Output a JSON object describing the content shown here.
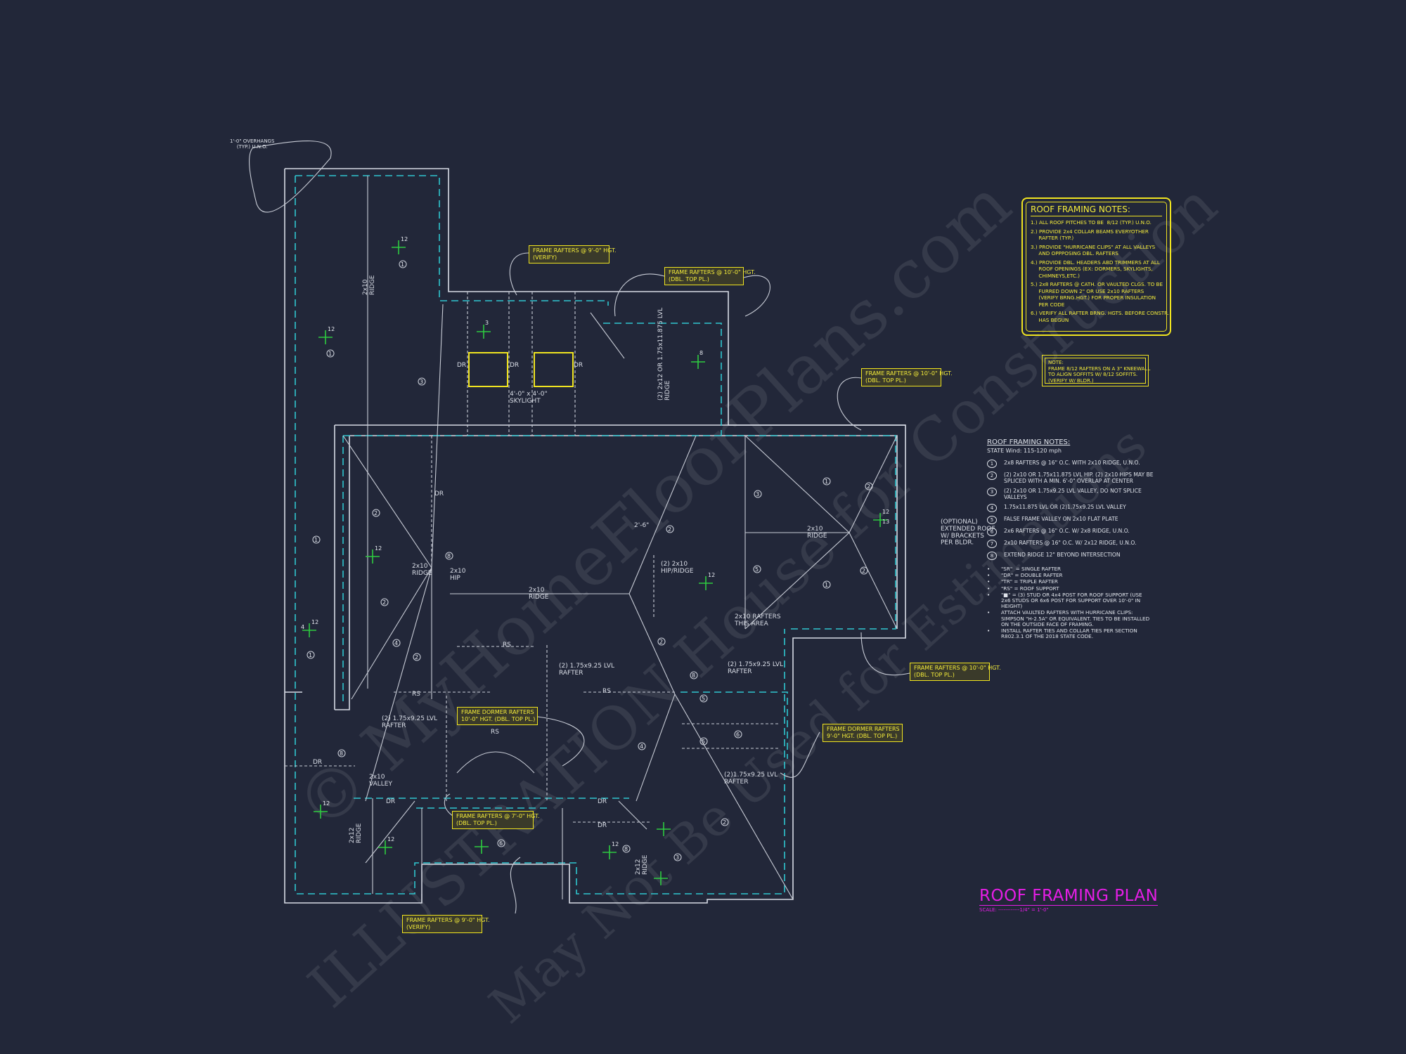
{
  "watermarks": [
    "© MyHomeFloorPlans.com",
    "ILLUSTRATION House for Construction",
    "May Not Be Used for Estimations"
  ],
  "overhang_note": "1'-0\" OVERHANGS\n(TYP.) U.N.O.",
  "callouts": {
    "verify_top": "FRAME RAFTERS @ 9'-0\" HGT.\n(VERIFY)",
    "dbl_top_a": "FRAME RAFTERS @ 10'-0\" HGT.\n(DBL. TOP PL.)",
    "dbl_top_b": "FRAME RAFTERS @ 10'-0\" HGT.\n(DBL. TOP PL.)",
    "dbl_top_c": "FRAME RAFTERS @ 10'-0\" HGT.\n(DBL. TOP PL.)",
    "dormer_left": "FRAME DORMER RAFTERS\n10'-0\" HGT. (DBL. TOP PL.)",
    "dormer_right": "FRAME DORMER RAFTERS\n9'-0\" HGT. (DBL. TOP PL.)",
    "seven_ft": "FRAME RAFTERS @ 7'-0\" HGT.\n(DBL. TOP PL.)",
    "verify_bottom": "FRAME RAFTERS @ 9'-0\" HGT.\n(VERIFY)"
  },
  "plan_labels": {
    "ridge_2x10_vert": "2x10\nRIDGE",
    "ridge_2x10_main": "2x10\nRIDGE",
    "ridge_2x10_left": "2x10\nRIDGE",
    "ridge_2x10_right": "2x10\nRIDGE",
    "hip_2x10": "2x10\nHIP",
    "hip_ridge": "(2) 2x10\nHIP/RIDGE",
    "skylight": "4'-0\" x 4'-0\"\nSKYLIGHT",
    "lvl_ridge_vert": "(2) 2x12 OR 1.75x11.875 LVL\nRIDGE",
    "rafters_area": "2x10 RAFTERS\nTHIS AREA",
    "lvl_rafter_a": "(2) 1.75x9.25 LVL\nRAFTER",
    "lvl_rafter_b": "(2) 1.75x9.25 LVL\nRAFTER",
    "lvl_rafter_c": "(2) 1.75x9.25 LVL\nRAFTER",
    "lvl_rafter_d": "(2)1.75x9.25 LVL\nRAFTER",
    "valley": "2x10\nVALLEY",
    "ridge_2x12_a": "2x12\nRIDGE",
    "ridge_2x12_b": "2x12\nRIDGE",
    "optional_roof": "(OPTIONAL)\nEXTENDED ROOF\nW/ BRACKETS\nPER BLDR.",
    "dim_2_6": "2'-6\"",
    "rs": "RS",
    "dr": "DR",
    "or3": "OR",
    "pitch_12": "12",
    "pitch_3": "3",
    "pitch_4": "4",
    "pitch_8": "8",
    "pitch_13": "13"
  },
  "notes_box": {
    "title": "ROOF FRAMING NOTES:",
    "items": [
      "1.) ALL ROOF PITCHES TO BE  8/12 (TYP.) U.N.O.",
      "2.) PROVIDE 2x4 COLLAR BEAMS EVERYOTHER\n     RAFTER (TYP.)",
      "3.) PROVIDE \"HURRICANE CLIPS\" AT ALL VALLEYS\n     AND OPPPOSING DBL. RAFTERS",
      "4.) PROVIDE DBL. HEADERS ABD TRIMMERS AT ALL\n     ROOF OPENINGS (EX: DORMERS, SKYLIGHTS,\n     CHIMNEYS,ETC.)",
      "5.) 2x8 RAFTERS @ CATH. OR VAULTED CLGS. TO BE\n     FURRED DOWN 2\" OR USE 2x10 RAFTERS\n     (VERIFY BRNG.HGT.) FOR PROPER INSULATION\n     PER CODE",
      "6.) VERIFY ALL RAFTER BRNG. HGTS. BEFORE CONSTR.\n     HAS BEGUN"
    ]
  },
  "kneewall_note": "NOTE:\nFRAME 8/12 RAFTERS ON A 3\" KNEEWALL\nTO ALIGN SOFFITS W/ 8/12 SOFFITS.\n(VERIFY W/ BLDR.)",
  "legend": {
    "title": "ROOF FRAMING NOTES:",
    "subtitle": "STATE Wind: 115-120 mph",
    "items": [
      {
        "num": "1",
        "text": "2x8 RAFTERS @ 16\" O.C. WITH 2x10 RIDGE, U.N.O."
      },
      {
        "num": "2",
        "text": "(2) 2x10 OR 1.75x11.875 LVL HIP. (2) 2x10 HIPS MAY BE\nSPLICED WITH A MIN. 6'-0\" OVERLAP AT CENTER"
      },
      {
        "num": "3",
        "text": "(2) 2x10 OR 1.75x9.25 LVL VALLEY, DO NOT SPLICE\nVALLEYS"
      },
      {
        "num": "4",
        "text": "1.75x11.875 LVL OR (2)1.75x9.25 LVL VALLEY"
      },
      {
        "num": "5",
        "text": "FALSE FRAME VALLEY ON 2x10 FLAT PLATE"
      },
      {
        "num": "6",
        "text": "2x6 RAFTERS @ 16\" O.C. W/ 2x8 RIDGE, U.N.O."
      },
      {
        "num": "7",
        "text": "2x10 RAFTERS @ 16\" O.C. W/ 2x12 RIDGE, U.N.O."
      },
      {
        "num": "8",
        "text": "EXTEND RIDGE 12\" BEYOND INTERSECTION"
      }
    ],
    "bullets": [
      "\"SR\"  = SINGLE RAFTER",
      "\"DR\" = DOUBLE RAFTER",
      "\"TR\" = TRIPLE RAFTER",
      "\"RS\" = ROOF SUPPORT",
      "\"■\" = (3) STUD OR 4x4 POST FOR ROOF SUPPORT (USE\n2x6 STUDS OR 6x6 POST FOR SUPPORT OVER 10'-0\" IN\nHEIGHT)",
      "ATTACH VAULTED RAFTERS WITH HURRICANE CLIPS:\nSIMPSON \"H-2.5A\" OR EQUIVALENT. TIES TO BE INSTALLED\nON THE OUTSIDE FACE OF FRAMING.",
      "INSTALL RAFTER TIES AND COLLAR TIES PER SECTION\nR802.3.1 OF THE 2018 STATE CODE."
    ]
  },
  "plan_title": {
    "heading": "ROOF FRAMING PLAN",
    "scale": "SCALE: ------------1/4\" = 1'-0\""
  },
  "colors": {
    "background": "#222739",
    "eave_dash": "#2fc6cf",
    "callout": "#f4ec3a",
    "title": "#e61ee6",
    "pitch_mark": "#2ecc40"
  }
}
